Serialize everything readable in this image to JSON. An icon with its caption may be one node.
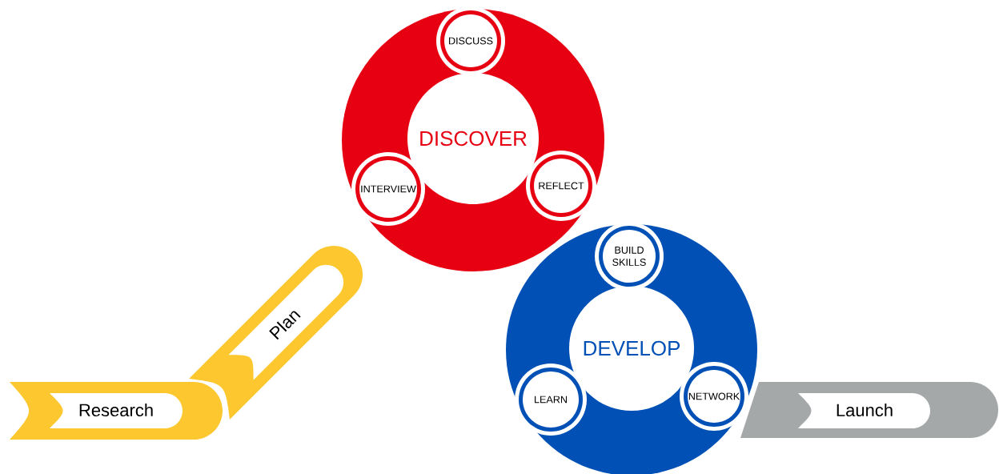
{
  "diagram": {
    "nodes": [
      {
        "text": [
          "Research"
        ]
      },
      {
        "text": [
          "Plan"
        ]
      },
      {
        "text": [
          "DISCOVER"
        ]
      },
      {
        "text": [
          "DISCUSS"
        ],
        "in": 2
      },
      {
        "text": [
          "REFLECT"
        ],
        "in": 2
      },
      {
        "text": [
          "INTERVIEW"
        ],
        "in": 2
      },
      {
        "text": [
          "DEVELOP"
        ]
      },
      {
        "text": [
          "BUILD SKILLS"
        ],
        "in": 6
      },
      {
        "text": [
          "LEARN"
        ],
        "in": 6
      },
      {
        "text": [
          "NETWORK"
        ],
        "in": 6
      },
      {
        "text": [
          "Launch"
        ]
      }
    ]
  }
}
